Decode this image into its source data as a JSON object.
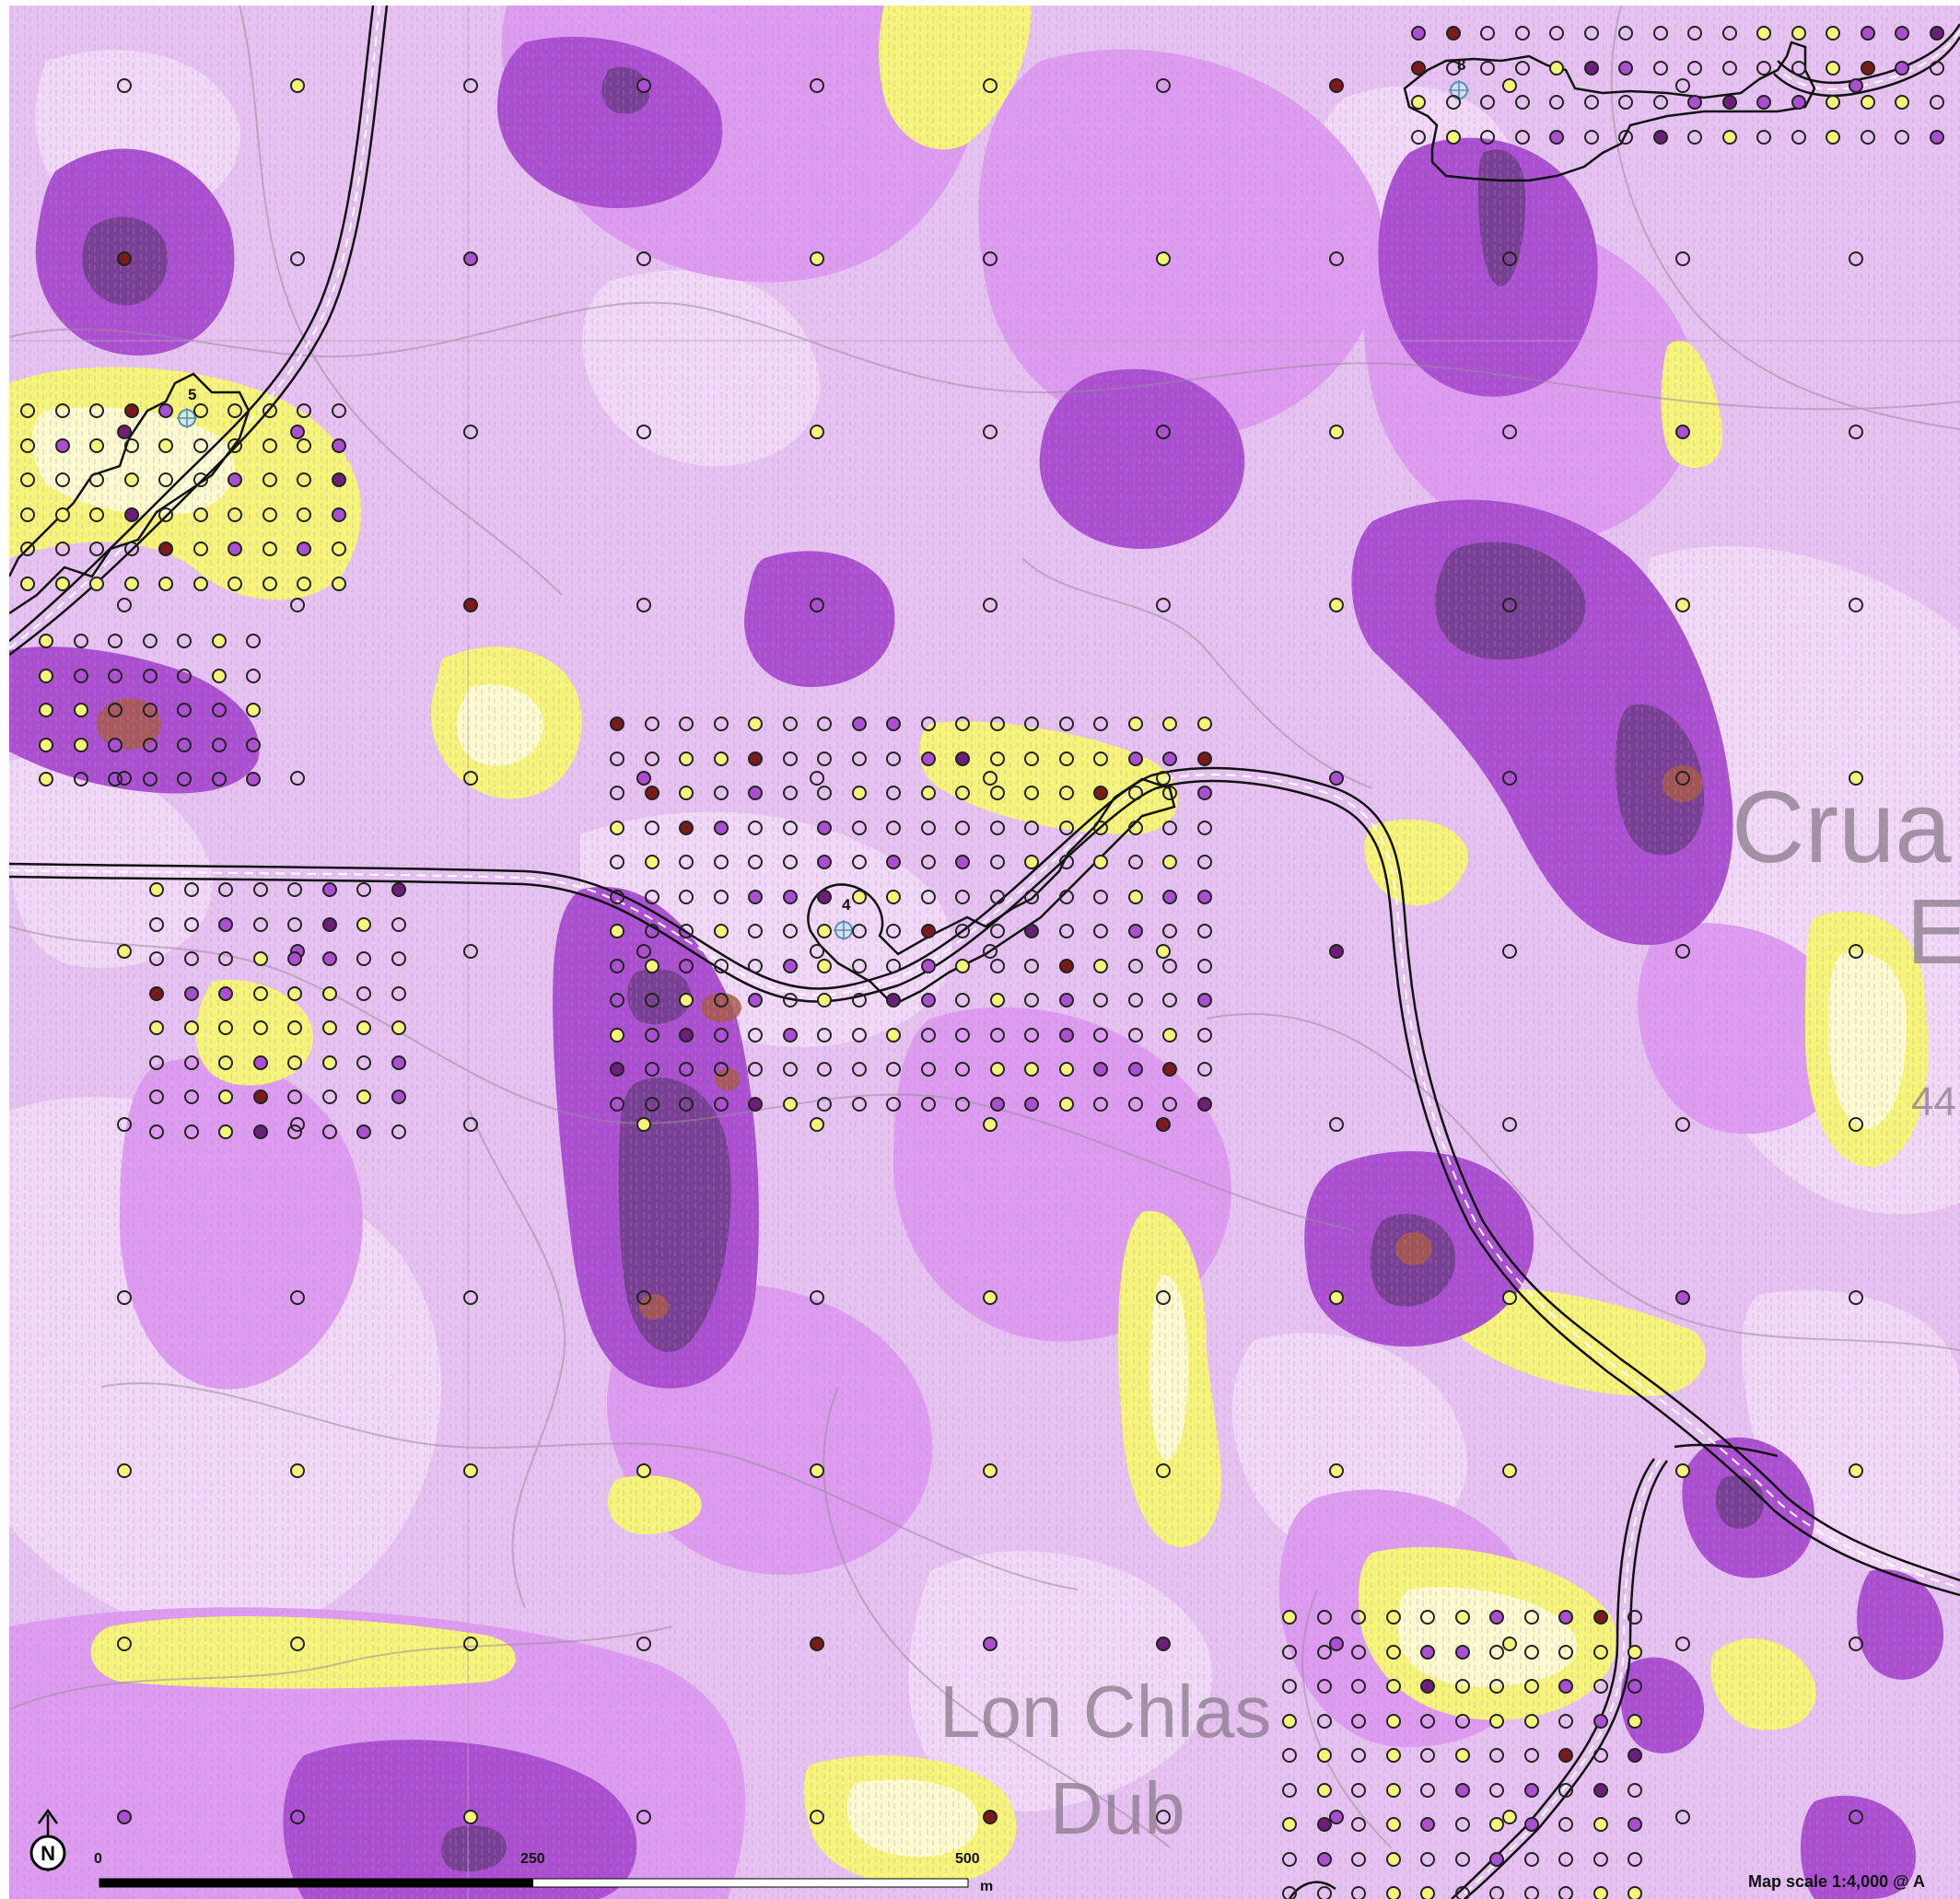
{
  "map": {
    "place_labels": [
      "Crua",
      "E",
      "Lon Chlas",
      "Dub",
      "44"
    ],
    "point_labels": [
      "5",
      "4",
      "8"
    ],
    "colors": {
      "background": "#e6c2f0",
      "low_pale": "#f0d8f6",
      "mid_magenta": "#dd9cef",
      "high_purple": "#a94fd0",
      "very_high": "#6f3d88",
      "peak_brown": "#a75a4a",
      "positive_yellow": "#f6f57a",
      "positive_pale": "#fbfbcf",
      "road": "#111111"
    }
  },
  "scale_bar": {
    "start_label": "0",
    "mid_label": "250",
    "end_label": "500",
    "unit": "m"
  },
  "footer": {
    "map_scale_text": "Map scale 1:4,000 @ A"
  },
  "north_arrow": {
    "letter": "N"
  }
}
